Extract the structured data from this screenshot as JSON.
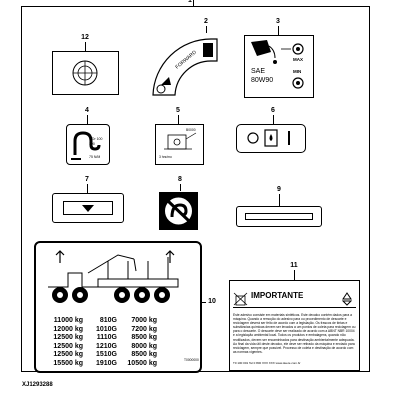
{
  "callouts": {
    "c1": "1",
    "c2": "2",
    "c3": "3",
    "c4": "4",
    "c5": "5",
    "c6": "6",
    "c7": "7",
    "c8": "8",
    "c9": "9",
    "c10": "10",
    "c11": "11",
    "c12": "12"
  },
  "decal_2": {
    "text": "FORWARD"
  },
  "decal_3": {
    "max": "MAX",
    "min": "MIN",
    "oil_line1": "SAE",
    "oil_line2": "80W90"
  },
  "decal_4": {
    "small_line1": "1 Dr 100 100",
    "small_line2": "75 N/M"
  },
  "decal_5": {
    "small_left": "3 hrs/mo",
    "small_right": "",
    "small_top": "B0000"
  },
  "decal_10": {
    "code": "T0000000",
    "rows": [
      [
        "11000 kg",
        "810G",
        "7000 kg"
      ],
      [
        "12000 kg",
        "1010G",
        "7200 kg"
      ],
      [
        "12500 kg",
        "1110G",
        "8500 kg"
      ],
      [
        "12500 kg",
        "1210G",
        "8000 kg"
      ],
      [
        "12500 kg",
        "1510G",
        "8500 kg"
      ],
      [
        "15500 kg",
        "1910G",
        "10500 kg"
      ]
    ]
  },
  "decal_11": {
    "title": "IMPORTANTE",
    "body": "Este adesivo consiste em materiais sintéticos. Este decalco contém dados para a máquina. Quando a remoção do adesivo para ou procedimento de descarte e reciclagem deverá ser feito de acordo com a legislação. Os frascos de tintas e substâncias químicas devem ser levados a um pontos de coleta para reciclagem ou para o descarte. O descarte deve ser realizado de acordo com a ABNT NBR 10004 e a legislação ambiental local. Todos os produtos e embalagens, quando não reutilizados, devem ser encaminhados para destinação ambientalmente adequada. Ao final da vida útil deste decalco, ele deve ser retirado da máquina e enviado para reciclagem, sempre que possível. Processo de coleta e destinação de acordo com as normas vigentes.",
    "footer": "T0 100 001   Tel 0 800 XXX XXX   www.deere.com.br"
  },
  "footer_code": "XJ1293288"
}
